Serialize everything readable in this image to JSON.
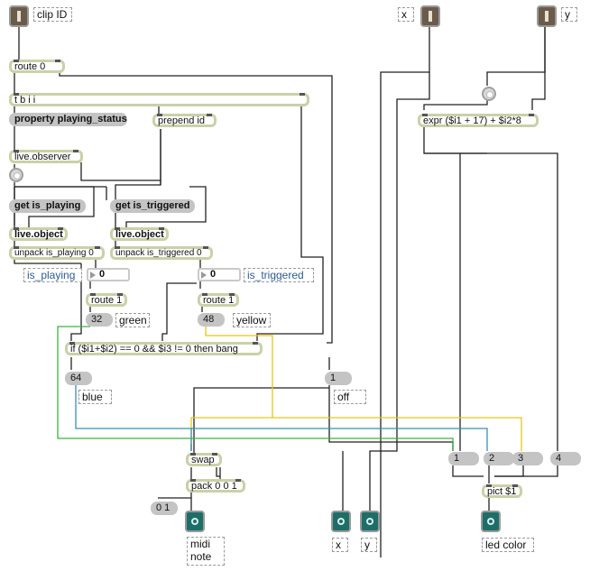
{
  "inlets": {
    "clip": "clip-id-inlet",
    "x": "x-inlet",
    "y": "y-inlet"
  },
  "comments": {
    "clip_id": "clip ID",
    "x_in": "x",
    "y_in": "y",
    "is_playing": "is_playing",
    "is_triggered": "is_triggered",
    "green": "green",
    "yellow": "yellow",
    "blue": "blue",
    "off": "off",
    "midi_note": "midi\nnote",
    "x_out": "x",
    "y_out": "y",
    "led_color": "led color"
  },
  "objects": {
    "route0": "route 0",
    "tbii": "t b i i",
    "prepend": "prepend id",
    "observer": "live.observer",
    "liveobj1": "live.object",
    "liveobj2": "live.object",
    "unpack1": "unpack is_playing 0",
    "unpack2": "unpack is_triggered 0",
    "route1a": "route 1",
    "route1b": "route 1",
    "ifexpr": "if ($i1+$i2) == 0 && $i3 != 0 then bang",
    "expr": "expr ($i1 + 17) + $i2*8",
    "swap": "swap",
    "pack": "pack 0 0 1",
    "pict": "pict $1"
  },
  "messages": {
    "property": "property playing_status",
    "get_playing": "get is_playing",
    "get_triggered": "get is_triggered",
    "m32": "32",
    "m48": "48",
    "m64": "64",
    "m1off": "1",
    "m01": "0 1",
    "r1": "1",
    "r2": "2",
    "r3": "3",
    "r4": "4"
  },
  "numbers": {
    "playing": "0",
    "triggered": "0"
  },
  "wire_colors": {
    "default": "#222222",
    "green": "#3cb043",
    "yellow": "#e6c619",
    "blue": "#3a8fb5"
  }
}
